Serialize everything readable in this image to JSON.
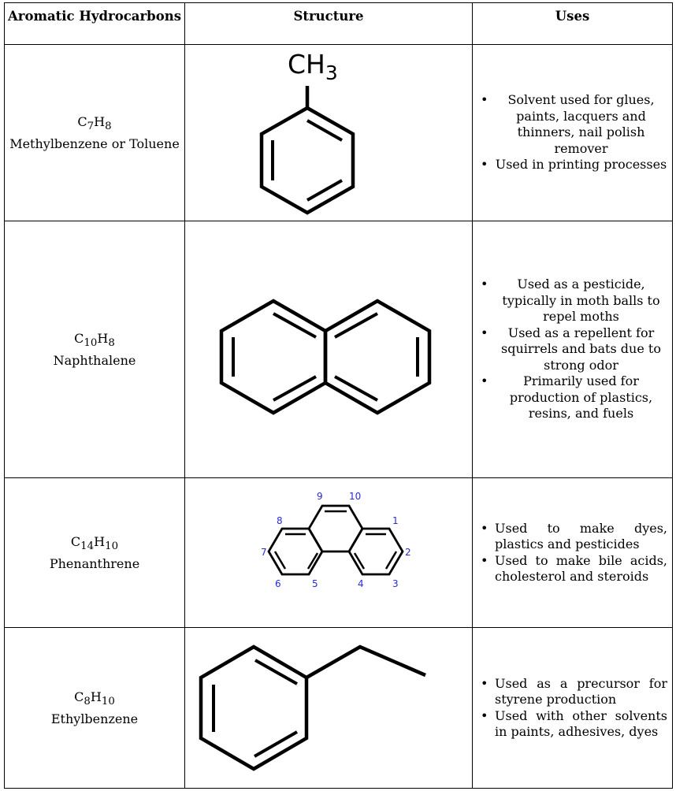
{
  "table": {
    "headers": {
      "col1": "Aromatic Hydrocarbons",
      "col2": "Structure",
      "col3": "Uses"
    },
    "rows": [
      {
        "formula_main": "C",
        "formula_parts": [
          "C",
          "7",
          "H",
          "8"
        ],
        "name": "Methylbenzene or Toluene",
        "structure_label": "CH3",
        "uses": [
          "Solvent used for glues, paints, lacquers and thinners, nail polish remover",
          "Used in printing processes"
        ]
      },
      {
        "formula_parts": [
          "C",
          "10",
          "H",
          "8"
        ],
        "name": "Naphthalene",
        "uses": [
          "Used as a pesticide, typically in moth balls to repel moths",
          "Used as a repellent for squirrels and bats due to strong odor",
          "Primarily used for production of plastics, resins, and fuels"
        ]
      },
      {
        "formula_parts": [
          "C",
          "14",
          "H",
          "10"
        ],
        "name": "Phenanthrene",
        "atom_numbers": [
          "1",
          "2",
          "3",
          "4",
          "5",
          "6",
          "7",
          "8",
          "9",
          "10"
        ],
        "uses": [
          "Used to make dyes, plastics and pesticides",
          "Used to make bile acids, cholesterol and steroids"
        ]
      },
      {
        "formula_parts": [
          "C",
          "8",
          "H",
          "10"
        ],
        "name": "Ethylbenzene",
        "uses": [
          "Used as a precursor for styrene production",
          "Used with other solvents in paints, adhesives, dyes"
        ]
      }
    ]
  },
  "colors": {
    "border": "#000000",
    "atom_number": "#2a2adb"
  }
}
